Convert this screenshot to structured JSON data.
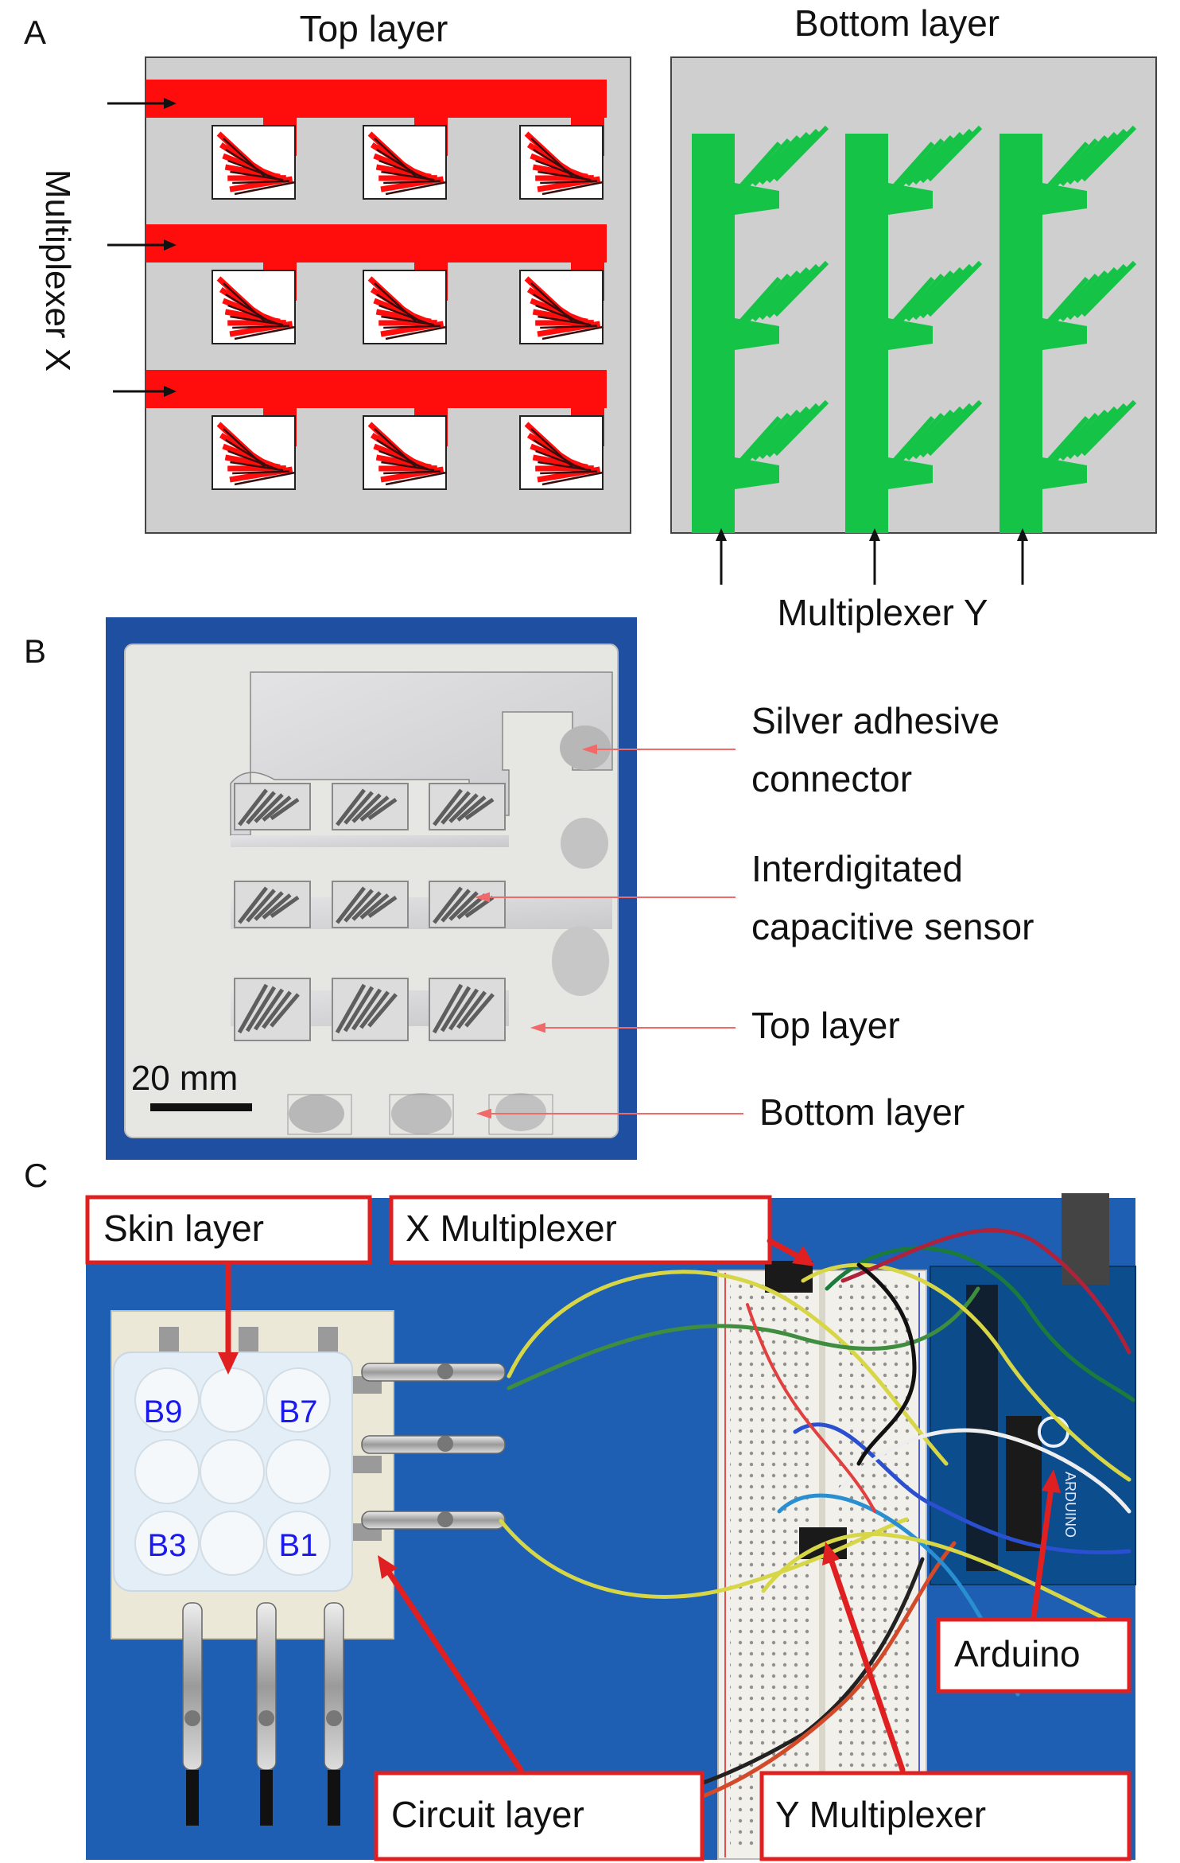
{
  "panel_a": {
    "letter": "A",
    "top_layer_title": "Top layer",
    "bottom_layer_title": "Bottom layer",
    "multiplexer_x_label": "Multiplexer X",
    "multiplexer_y_label": "Multiplexer Y"
  },
  "panel_b": {
    "letter": "B",
    "scale_bar_label": "20 mm",
    "callouts": [
      {
        "line1": "Silver adhesive",
        "line2": "connector"
      },
      {
        "line1": "Interdigitated",
        "line2": "capacitive sensor"
      },
      {
        "line1": "Top layer",
        "line2": ""
      },
      {
        "line1": "Bottom layer",
        "line2": ""
      }
    ]
  },
  "panel_c": {
    "letter": "C",
    "skin_layer_label": "Skin layer",
    "x_multiplexer_label": "X Multiplexer",
    "circuit_layer_label": "Circuit layer",
    "y_multiplexer_label": "Y Multiplexer",
    "arduino_label": "Arduino",
    "arduino_board_text": "ARDUINO",
    "bump_labels": [
      "B9",
      "B7",
      "B3",
      "B1"
    ]
  },
  "colors": {
    "top_trace": "#ff0d0d",
    "bottom_trace": "#15c447",
    "layer_bg": "#cfcfcf",
    "photo_blue": "#1e5fb4",
    "annotation_red": "#e02020",
    "bump_label_blue": "#1a1aee"
  }
}
